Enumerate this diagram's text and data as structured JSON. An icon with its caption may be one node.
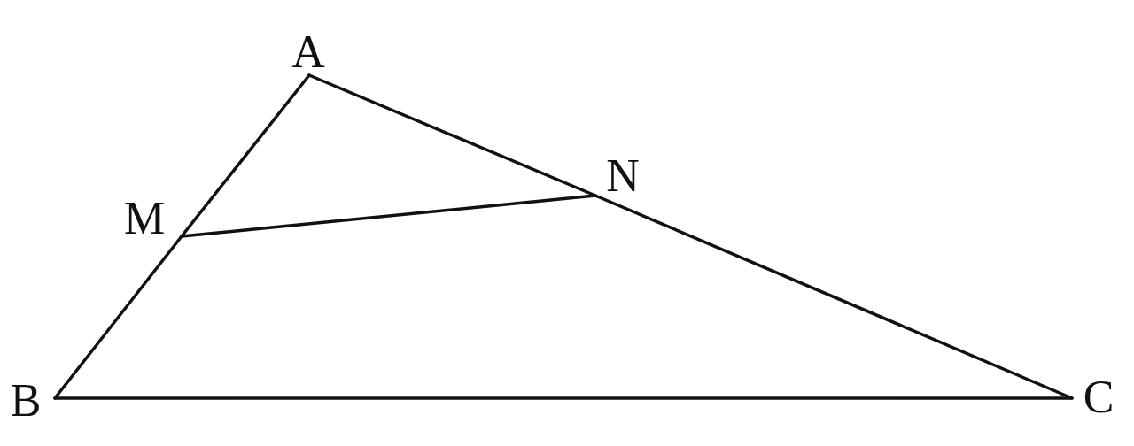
{
  "diagram": {
    "nodes": [
      {
        "text": [
          "A"
        ]
      },
      {
        "text": [
          "N"
        ]
      },
      {
        "text": [
          "M"
        ]
      },
      {
        "text": [
          "B"
        ]
      },
      {
        "text": [
          "C"
        ]
      }
    ],
    "edges": [
      {
        "from": 0,
        "to": 2,
        "arrow": "none"
      },
      {
        "from": 2,
        "to": 3,
        "arrow": "none"
      },
      {
        "from": 3,
        "to": 4,
        "arrow": "none"
      },
      {
        "from": 4,
        "to": 1,
        "arrow": "none"
      },
      {
        "from": 1,
        "to": 0,
        "arrow": "none"
      },
      {
        "from": 2,
        "to": 1,
        "arrow": "none"
      }
    ]
  }
}
